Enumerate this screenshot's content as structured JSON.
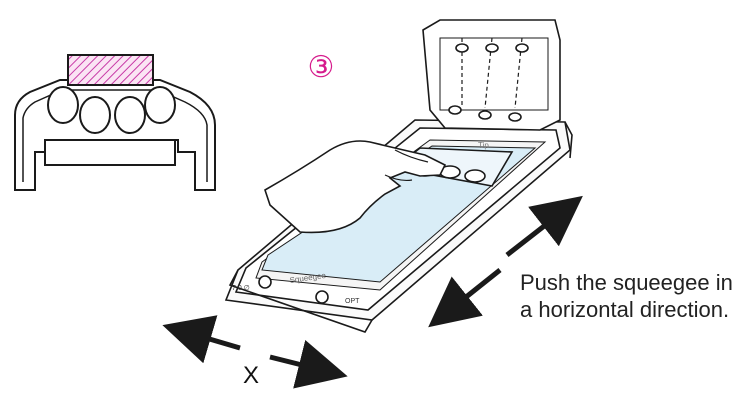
{
  "step": {
    "number": "③",
    "color": "#d61b8c"
  },
  "caption": {
    "line1": "Push the squeegee in",
    "line2": "a horizontal direction."
  },
  "axis": {
    "label": "X"
  },
  "device": {
    "labels": {
      "tip": "Tip",
      "left_button": "7.0 ∅",
      "right_button": "OPT",
      "center_marking": "Squeegee"
    }
  },
  "colors": {
    "highlight": "#c83aa7",
    "film": "#d9edf7",
    "line": "#1a1a1a"
  }
}
